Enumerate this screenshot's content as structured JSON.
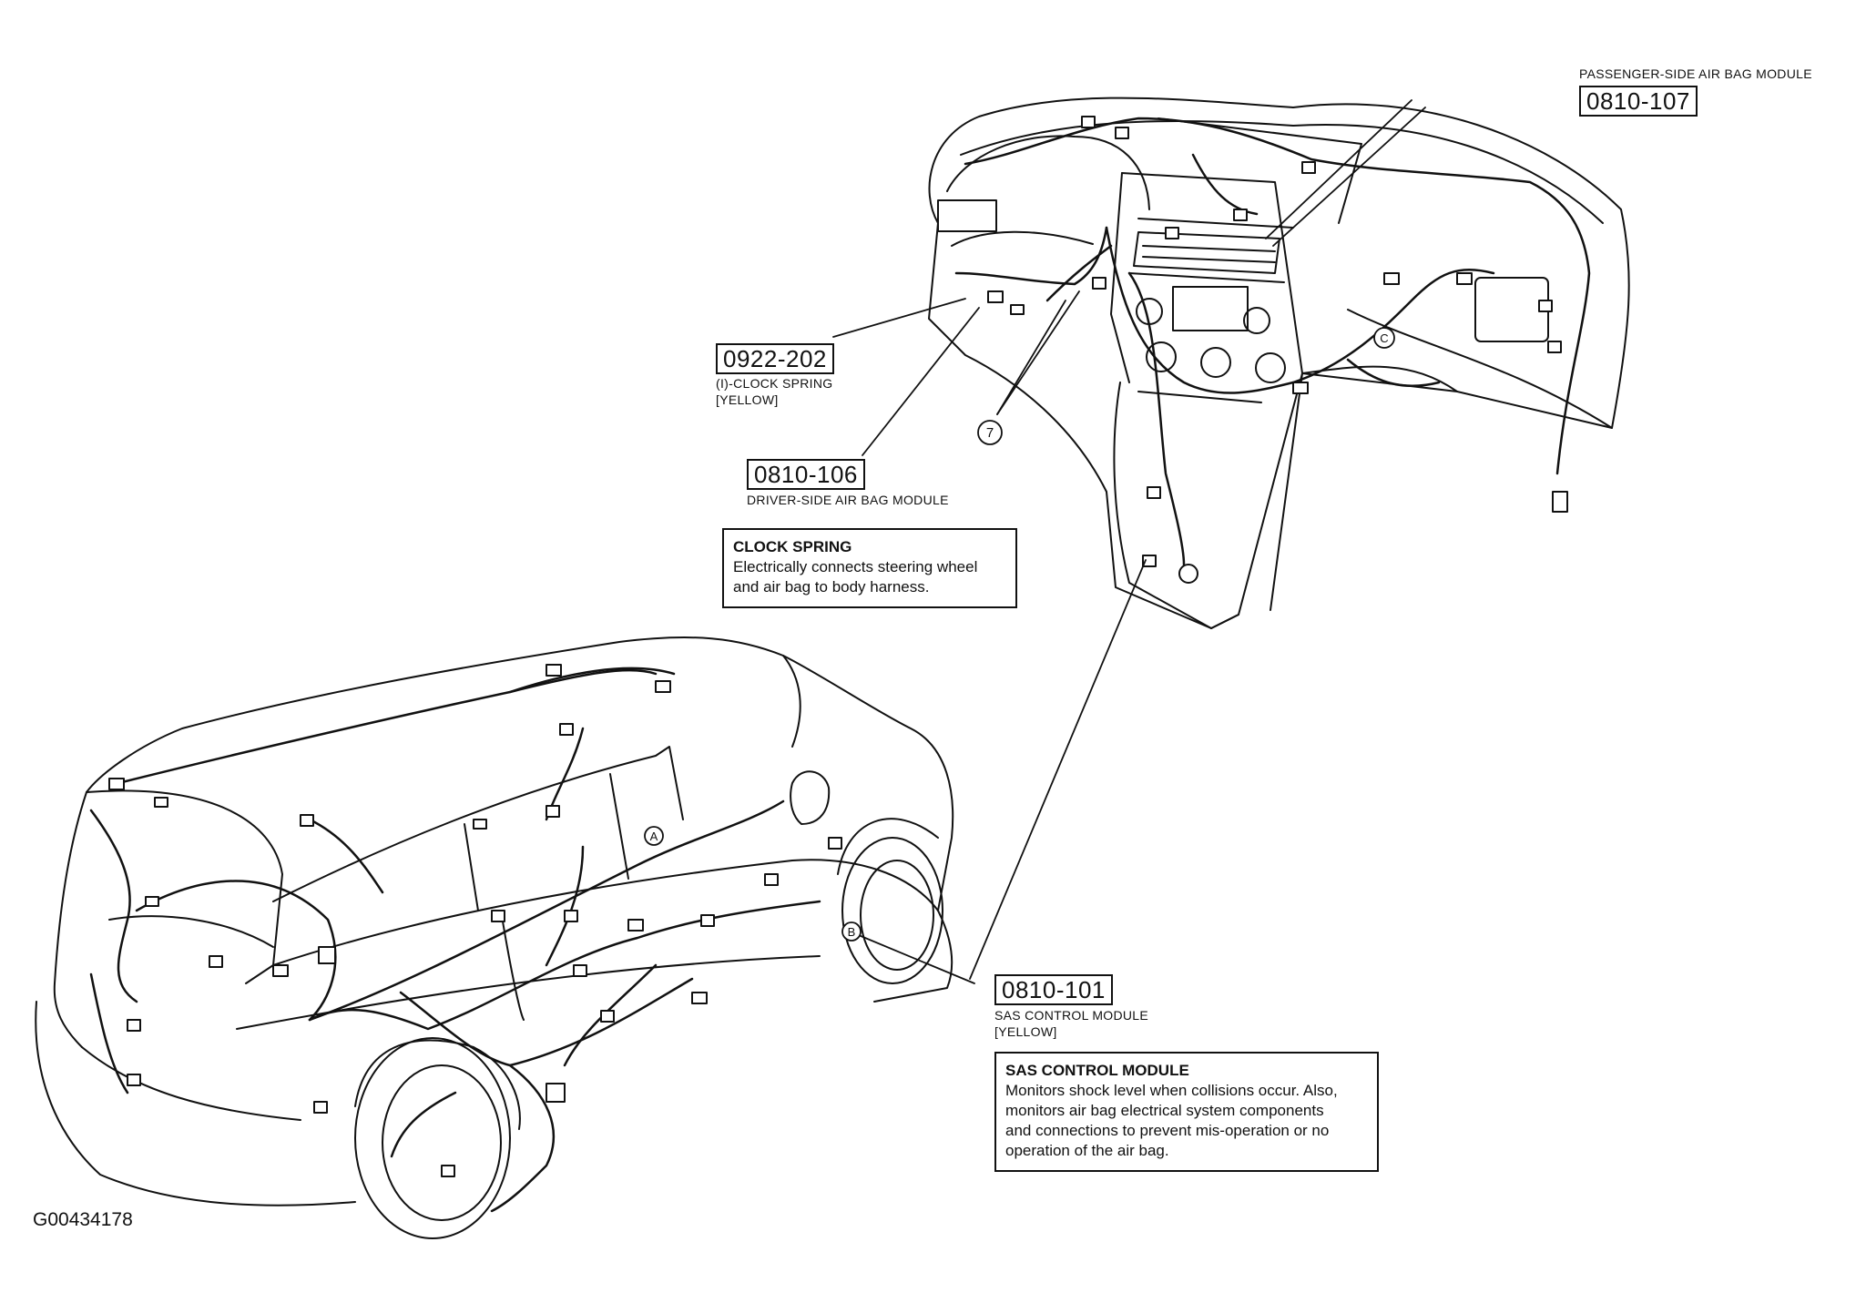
{
  "callouts": {
    "passenger_airbag": {
      "code": "0810-107",
      "name": "PASSENGER-SIDE AIR BAG MODULE"
    },
    "clock_spring": {
      "code": "0922-202",
      "name": "(I)-CLOCK SPRING",
      "color": "[YELLOW]"
    },
    "driver_airbag": {
      "code": "0810-106",
      "name": "DRIVER-SIDE AIR BAG MODULE"
    },
    "sas_module": {
      "code": "0810-101",
      "name": "SAS CONTROL MODULE",
      "color": "[YELLOW]"
    }
  },
  "notes": {
    "clock_spring": {
      "title": "CLOCK SPRING",
      "body_lines": [
        "Electrically connects steering wheel",
        "and air bag to body harness."
      ]
    },
    "sas_module": {
      "title": "SAS CONTROL MODULE",
      "body_lines": [
        "Monitors shock level when collisions occur. Also,",
        "monitors air bag electrical system components",
        "and connections to prevent mis-operation or no",
        "operation of the air bag."
      ]
    }
  },
  "connector_markers": {
    "seven": "7",
    "a": "A",
    "b": "B",
    "c": "C"
  },
  "figure_id": "G00434178"
}
